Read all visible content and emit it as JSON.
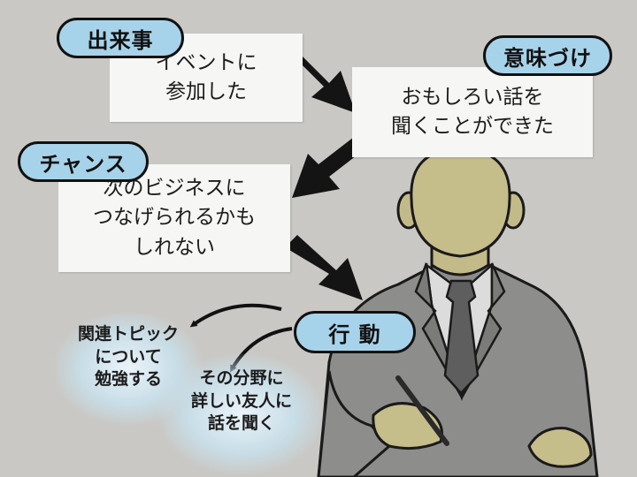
{
  "event": {
    "tag": "出来事",
    "text": "イベントに\n参加した"
  },
  "meaning": {
    "tag": "意味づけ",
    "text": "おもしろい話を\n聞くことができた"
  },
  "chance": {
    "tag": "チャンス",
    "text": "次のビジネスに\nつなげられるかも\nしれない"
  },
  "action": {
    "tag": "行 動",
    "option_1": "関連トピック\nについて\n勉強する",
    "option_2": "その分野に\n詳しい友人に\n話を聞く"
  },
  "colors": {
    "tag_fill": "#a7d3ea",
    "background": "#c9c8c4",
    "box_fill": "#f6f6f4",
    "suit": "#8e8e8c",
    "skin": "#c5bd8a"
  }
}
